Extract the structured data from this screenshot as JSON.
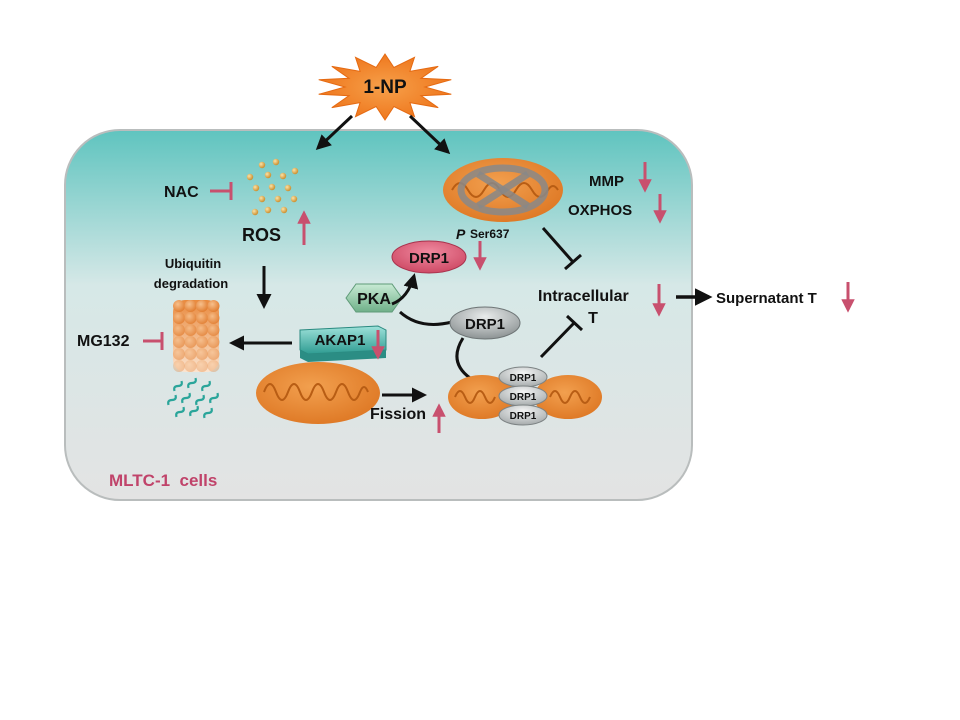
{
  "labels": {
    "stimulus": "1-NP",
    "nac": "NAC",
    "ros": "ROS",
    "mmp": "MMP",
    "oxphos": "OXPHOS",
    "p": "P",
    "ser637": "Ser637",
    "drp1_phospho": "DRP1",
    "ubiquitin_line1": "Ubiquitin",
    "ubiquitin_line2": "degradation",
    "pka": "PKA",
    "drp1_cytosolic": "DRP1",
    "intracellular_line1": "Intracellular",
    "intracellular_line2": "T",
    "supernatant": "Supernatant T",
    "mg132": "MG132",
    "akap1": "AKAP1",
    "fission": "Fission",
    "drp1_ring_1": "DRP1",
    "drp1_ring_2": "DRP1",
    "drp1_ring_3": "DRP1",
    "cell_name": "MLTC-1  cells"
  },
  "colors": {
    "up_arrow": "#c8506e",
    "down_arrow": "#c8506e",
    "inhibitor": "#c8506e",
    "cell_top": "#5fc4bf",
    "cell_bottom": "#e6e6e6",
    "cell_border": "#b9bdbd",
    "star": "#f07d22",
    "mitochondria": "#e8832e",
    "drp1_phospho": "#d9566e",
    "drp1_grey": "#8f9596",
    "pka": "#7fbf9a",
    "akap1": "#3fb0a6",
    "cell_label": "#c0436a",
    "ros_dots": "#d8962f"
  },
  "icons": {
    "proteasome": "proteasome-icon",
    "peptides": "peptide-fragments-icon",
    "ros_particles": "ros-particles-icon",
    "blocked_mitochondrion": "blocked-mitochondrion-icon"
  }
}
